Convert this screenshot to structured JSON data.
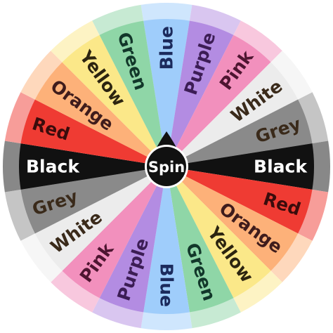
{
  "wheel": {
    "spin_label": "Spin",
    "segments": [
      {
        "label": "Blue",
        "color": "#9fcdfb",
        "light": "#cfe6fd",
        "text_color": "#1b2a5c"
      },
      {
        "label": "Purple",
        "color": "#b38ce2",
        "light": "#d9c6f0",
        "text_color": "#3c1d55"
      },
      {
        "label": "Pink",
        "color": "#f290bd",
        "light": "#f8c8de",
        "text_color": "#4e1530"
      },
      {
        "label": "White",
        "color": "#ececec",
        "light": "#f6f6f6",
        "text_color": "#3a2a1a"
      },
      {
        "label": "Grey",
        "color": "#8a8a8a",
        "light": "#c5c5c5",
        "text_color": "#3a2a1a"
      },
      {
        "label": "Black",
        "color": "#111111",
        "light": "#888888",
        "text_color": "#ffffff"
      },
      {
        "label": "Red",
        "color": "#ef3b33",
        "light": "#f79d99",
        "text_color": "#3a0c0c"
      },
      {
        "label": "Orange",
        "color": "#fdb179",
        "light": "#fed8bc",
        "text_color": "#3f1c1c"
      },
      {
        "label": "Yellow",
        "color": "#fbe889",
        "light": "#fdf3c4",
        "text_color": "#2c2410"
      },
      {
        "label": "Green",
        "color": "#8fd6a7",
        "light": "#c7ead3",
        "text_color": "#12372a"
      },
      {
        "label": "Blue",
        "color": "#9fcdfb",
        "light": "#cfe6fd",
        "text_color": "#1b2a5c"
      },
      {
        "label": "Purple",
        "color": "#b38ce2",
        "light": "#d9c6f0",
        "text_color": "#3c1d55"
      },
      {
        "label": "Pink",
        "color": "#f290bd",
        "light": "#f8c8de",
        "text_color": "#4e1530"
      },
      {
        "label": "White",
        "color": "#ececec",
        "light": "#f6f6f6",
        "text_color": "#3a2a1a"
      },
      {
        "label": "Grey",
        "color": "#8a8a8a",
        "light": "#c5c5c5",
        "text_color": "#3a2a1a"
      },
      {
        "label": "Black",
        "color": "#111111",
        "light": "#888888",
        "text_color": "#ffffff"
      },
      {
        "label": "Red",
        "color": "#ef3b33",
        "light": "#f79d99",
        "text_color": "#3a0c0c"
      },
      {
        "label": "Orange",
        "color": "#fdb179",
        "light": "#fed8bc",
        "text_color": "#3f1c1c"
      },
      {
        "label": "Yellow",
        "color": "#fbe889",
        "light": "#fdf3c4",
        "text_color": "#2c2410"
      },
      {
        "label": "Green",
        "color": "#8fd6a7",
        "light": "#c7ead3",
        "text_color": "#12372a"
      }
    ],
    "hub_color": "#111111",
    "hub_ring_color": "#ffffff"
  }
}
